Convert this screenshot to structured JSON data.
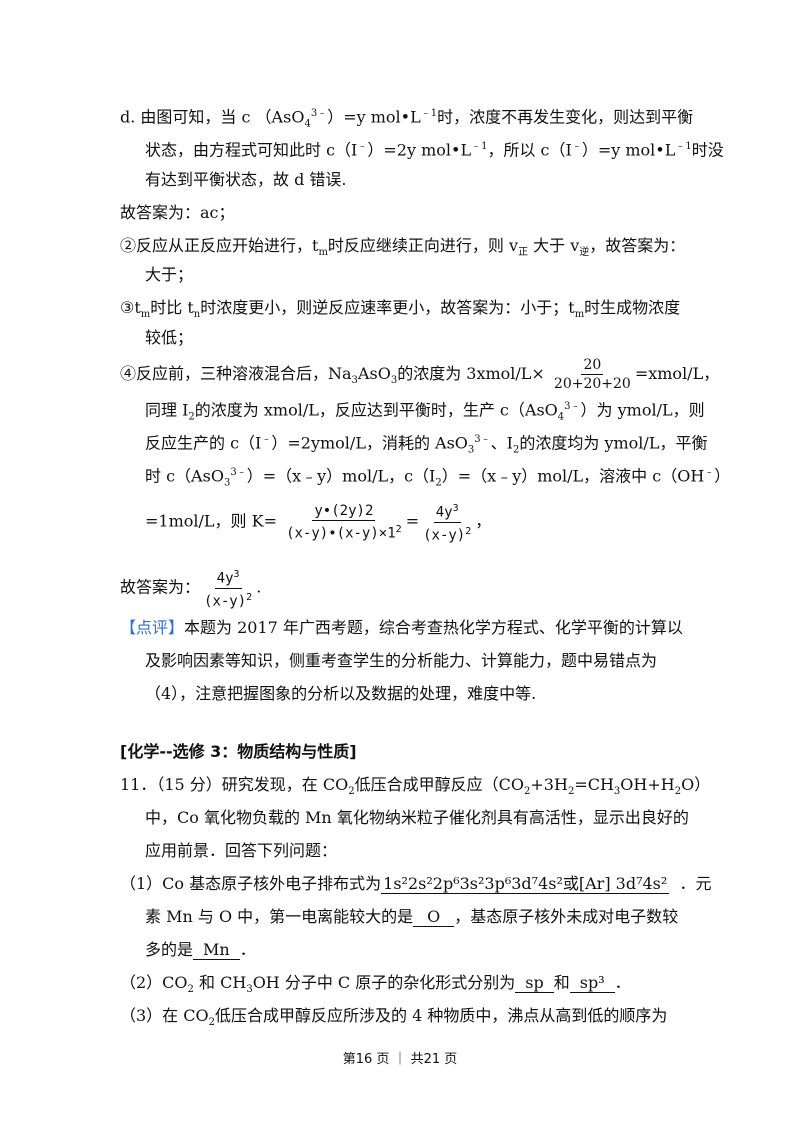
{
  "paragraph_d": {
    "line1_a": "d. 由图可知，当 c （AsO",
    "line1_b": "=y mol•L",
    "line1_c": "时，浓度不再发生变化，则达到平衡",
    "line2_a": "状态，由方程式可知此时 c（I",
    "line2_b": "）=2y mol•L",
    "line2_c": "，所以 c（I",
    "line2_d": "）=y mol•L",
    "line2_e": "时没",
    "line3": "有达到平衡状态，故 d 错误."
  },
  "answer1": "故答案为：ac；",
  "item2": {
    "a": "②反应从正反应开始进行，t",
    "b": "时反应继续正向进行，则 v",
    "c": "大于 v",
    "d": "，故答案为：",
    "zheng": "正",
    "ni": "逆",
    "line2": "大于；"
  },
  "item3": {
    "a": "③t",
    "b": "时比 t",
    "c": "时浓度更小，则逆反应速率更小，故答案为：小于；t",
    "d": "时生成物浓度",
    "line2": "较低；"
  },
  "item4": {
    "a": "④反应前，三种溶液混合后，Na",
    "b": "AsO",
    "c": "的浓度为 3xmol/L×",
    "frac_num": "20",
    "frac_den": "20+20+20",
    "d": "=xmol/L，",
    "l2_a": "同理 I",
    "l2_b": "的浓度为 xmol/L，反应达到平衡时，生产 c（AsO",
    "l2_c": "）为 ymol/L，则",
    "l3_a": "反应生产的 c（I",
    "l3_b": "）=2ymol/L，消耗的 AsO",
    "l3_c": "、I",
    "l3_d": "的浓度均为 ymol/L，平衡",
    "l4_a": "时 c（AsO",
    "l4_b": "）=（x﹣y）mol/L，c（I",
    "l4_c": "）=（x﹣y）mol/L，溶液中 c（OH",
    "l4_d": "）",
    "l5_a": "=1mol/L，则 K=",
    "k_num": "y•(2y)2",
    "k_den": "(x-y)•(x-y)×1",
    "k_num2": "4y",
    "k_den2": "(x-y)",
    "l5_b": "，"
  },
  "answer4": {
    "prefix": "故答案为：",
    "num": "4y",
    "den": "(x-y)",
    "suffix": "."
  },
  "comment": {
    "tag": "【点评】",
    "l1": "本题为 2017 年广西考题，综合考查热化学方程式、化学平衡的计算以",
    "l2": "及影响因素等知识，侧重考查学生的分析能力、计算能力，题中易错点为",
    "l3": "（4），注意把握图象的分析以及数据的处理，难度中等."
  },
  "section_title": "[化学--选修 3：物质结构与性质]",
  "q11": {
    "l1_a": "11．（15 分）研究发现，在 CO",
    "l1_b": "低压合成甲醇反应（CO",
    "l1_c": "+3H",
    "l1_d": "=CH",
    "l1_e": "OH+H",
    "l1_f": "O）",
    "l2": "中，Co 氧化物负载的 Mn 氧化物纳米粒子催化剂具有高活性，显示出良好的",
    "l3": "应用前景．回答下列问题："
  },
  "sub1": {
    "a": "（1）Co 基态原子核外电子排布式为",
    "ans": "1s²2s²2p⁶3s²3p⁶3d⁷4s²或[Ar] 3d⁷4s²",
    "b": "．元",
    "l2_a": "素 Mn 与 O 中，第一电离能较大的是",
    "ans2": "O",
    "l2_b": "，基态原子核外未成对电子数较",
    "l3_a": "多的是",
    "ans3": "Mn",
    "l3_b": "．"
  },
  "sub2": {
    "a": "（2）CO",
    "b": "和 CH",
    "c": "OH 分子中 C 原子的杂化形式分别为",
    "ans1": "sp",
    "d": "和",
    "ans2": "sp³",
    "e": "．"
  },
  "sub3": {
    "a": "（3）在 CO",
    "b": "低压合成甲醇反应所涉及的 4 种物质中，沸点从高到低的顺序为"
  },
  "footer": "第16 页 ｜ 共21 页"
}
